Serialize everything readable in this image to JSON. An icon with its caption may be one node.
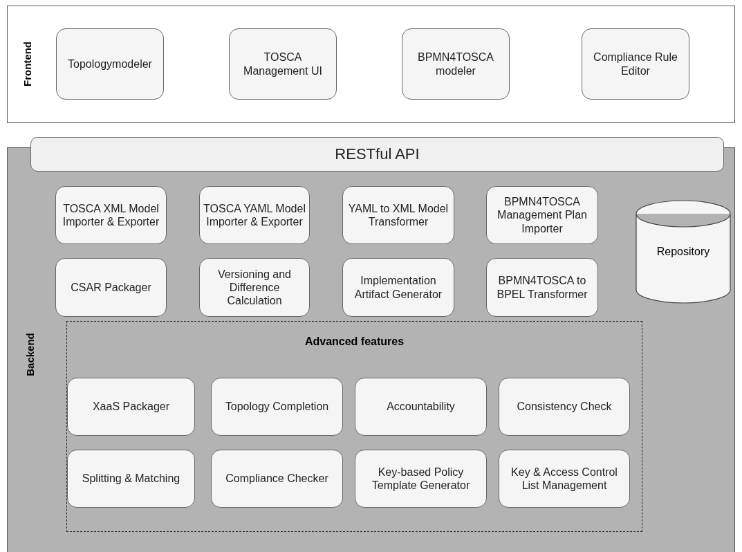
{
  "diagram": {
    "nodes": [
      {
        "text": [
          "Frontend"
        ]
      },
      {
        "text": [
          "Topologymodeler"
        ],
        "in": 0
      },
      {
        "text": [
          "TOSCA Management UI"
        ],
        "in": 0
      },
      {
        "text": [
          "BPMN4TOSCA modeler"
        ],
        "in": 0
      },
      {
        "text": [
          "Compliance Rule Editor"
        ],
        "in": 0
      },
      {
        "text": [
          "Backend"
        ]
      },
      {
        "text": [
          "RESTful API"
        ]
      },
      {
        "text": [
          "TOSCA XML Model Importer & Exporter"
        ],
        "in": 5
      },
      {
        "text": [
          "TOSCA YAML Model Importer & Exporter"
        ],
        "in": 5
      },
      {
        "text": [
          "YAML to XML Model Transformer"
        ],
        "in": 5
      },
      {
        "text": [
          "BPMN4TOSCA Management Plan Importer"
        ],
        "in": 5
      },
      {
        "text": [
          "Repository"
        ],
        "in": 5
      },
      {
        "text": [
          "CSAR Packager"
        ],
        "in": 5
      },
      {
        "text": [
          "Versioning and Difference Calculation"
        ],
        "in": 5
      },
      {
        "text": [
          "Implementation Artifact Generator"
        ],
        "in": 5
      },
      {
        "text": [
          "BPMN4TOSCA to BPEL Transformer"
        ],
        "in": 5
      },
      {
        "text": [
          "Advanced features"
        ],
        "in": 5
      },
      {
        "text": [
          "XaaS Packager"
        ],
        "in": 16
      },
      {
        "text": [
          "Topology Completion"
        ],
        "in": 16
      },
      {
        "text": [
          "Accountability"
        ],
        "in": 16
      },
      {
        "text": [
          "Consistency Check"
        ],
        "in": 16
      },
      {
        "text": [
          "Splitting & Matching"
        ],
        "in": 16
      },
      {
        "text": [
          "Compliance Checker"
        ],
        "in": 16
      },
      {
        "text": [
          "Key-based Policy Template Generator"
        ],
        "in": 16
      },
      {
        "text": [
          "Key & Access Control List Management"
        ],
        "in": 16
      }
    ]
  }
}
